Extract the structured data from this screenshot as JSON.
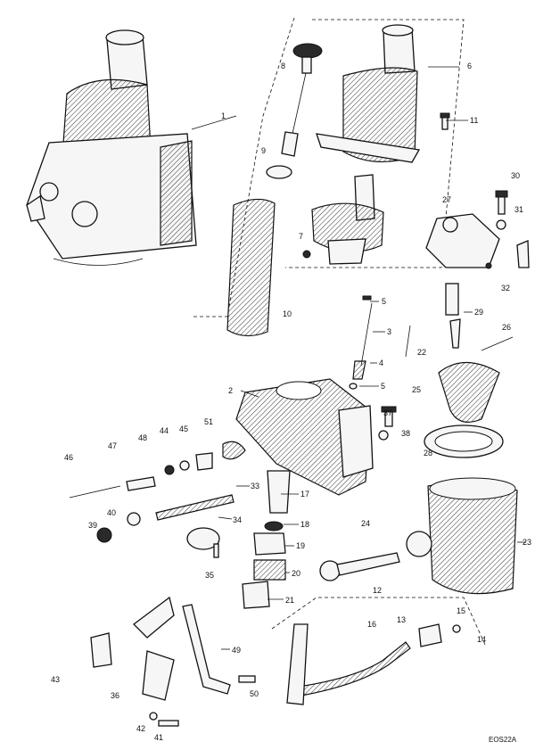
{
  "diagram": {
    "drawing_ref": "EOS22A",
    "callouts": [
      "1",
      "2",
      "3",
      "4",
      "5",
      "6",
      "7",
      "8",
      "9",
      "10",
      "11",
      "12",
      "13",
      "14",
      "15",
      "16",
      "17",
      "18",
      "19",
      "20",
      "21",
      "22",
      "23",
      "24",
      "25",
      "26",
      "27",
      "28",
      "29",
      "30",
      "31",
      "32",
      "33",
      "34",
      "35",
      "36",
      "37",
      "38",
      "39",
      "40",
      "41",
      "42",
      "43",
      "44",
      "45",
      "46",
      "47",
      "48",
      "49",
      "50",
      "51"
    ]
  }
}
